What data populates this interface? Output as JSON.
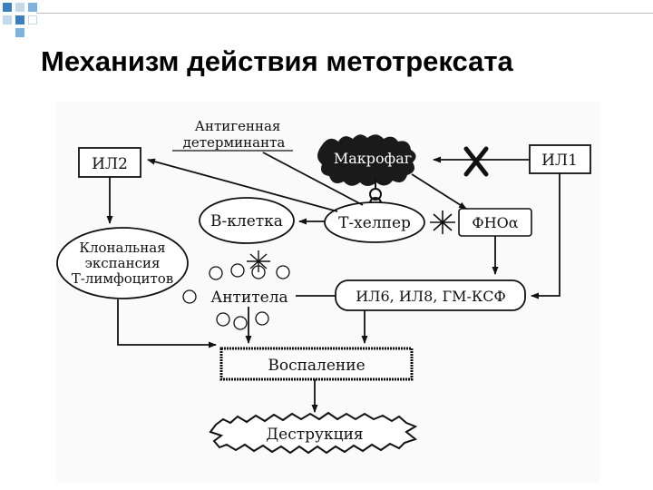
{
  "slide": {
    "title": "Механизм действия метотрексата",
    "accent_colors": [
      "#3c7fb8",
      "#7fb2dc",
      "#c4d9ec",
      "#ffffff"
    ]
  },
  "diagram": {
    "nodes": {
      "antigen_line1": "Антигенная",
      "antigen_line2": "детерминанта",
      "macrophage": "Макрофаг",
      "il2": "ИЛ2",
      "il1": "ИЛ1",
      "b_cell": "В-клетка",
      "t_helper": "Т-хелпер",
      "tnf": "ФНОα",
      "clonal_line1": "Клональная",
      "clonal_line2": "экспансия",
      "clonal_line3": "Т-лимфоцитов",
      "antibodies": "Антитела",
      "cytokines": "ИЛ6, ИЛ8, ГМ-КСФ",
      "inflammation": "Воспаление",
      "destruction": "Деструкция"
    }
  }
}
